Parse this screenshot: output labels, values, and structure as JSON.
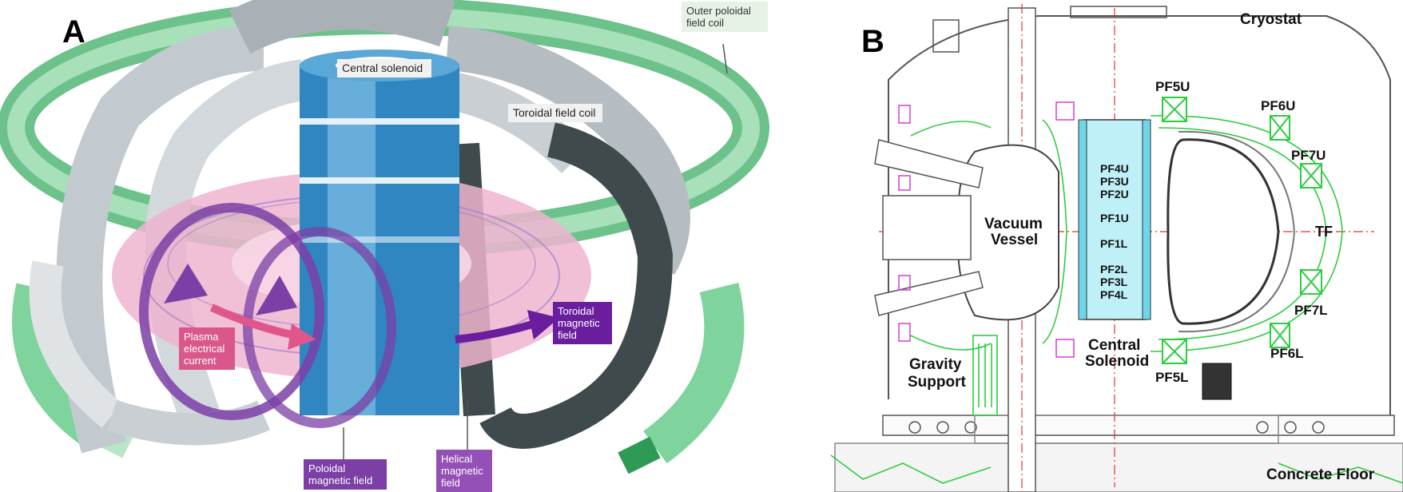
{
  "panel_a": {
    "letter": "A",
    "labels": {
      "outer_poloidal": "Outer poloidal field coil",
      "central_solenoid": "Central solenoid",
      "toroidal_coil": "Toroidal field coil",
      "plasma_current": "Plasma electrical current",
      "toroidal_field": "Toroidal magnetic field",
      "poloidal_field": "Poloidal magnetic field",
      "helical_field": "Helical magnetic field"
    },
    "colors": {
      "poloidal_coil": "#7fcf9a",
      "toroidal_coil": "#b9c0c6",
      "dark_coil": "#3f4a4d",
      "solenoid": "#2f86c0",
      "plasma": "#efb4cf",
      "field_arrow": "#7b3fa6",
      "current_arrow": "#e0568b"
    }
  },
  "panel_b": {
    "letter": "B",
    "labels": {
      "cryostat": "Cryostat",
      "vacuum_vessel_1": "Vacuum",
      "vacuum_vessel_2": "Vessel",
      "central_solenoid_1": "Central",
      "central_solenoid_2": "Solenoid",
      "gravity_support_1": "Gravity",
      "gravity_support_2": "Support",
      "concrete_floor": "Concrete Floor",
      "tf": "TF",
      "pf5u": "PF5U",
      "pf6u": "PF6U",
      "pf7u": "PF7U",
      "pf7l": "PF7L",
      "pf6l": "PF6L",
      "pf5l": "PF5L",
      "cs_modules": [
        "PF4U",
        "PF3U",
        "PF2U",
        "PF1U",
        "PF1L",
        "PF2L",
        "PF3L",
        "PF4L"
      ]
    },
    "colors": {
      "outline": "#555555",
      "coil_green": "#2ecc40",
      "solenoid_cyan": "#6fd6ea",
      "centerline": "#e0322f",
      "marker_magenta": "#d040d0"
    }
  }
}
